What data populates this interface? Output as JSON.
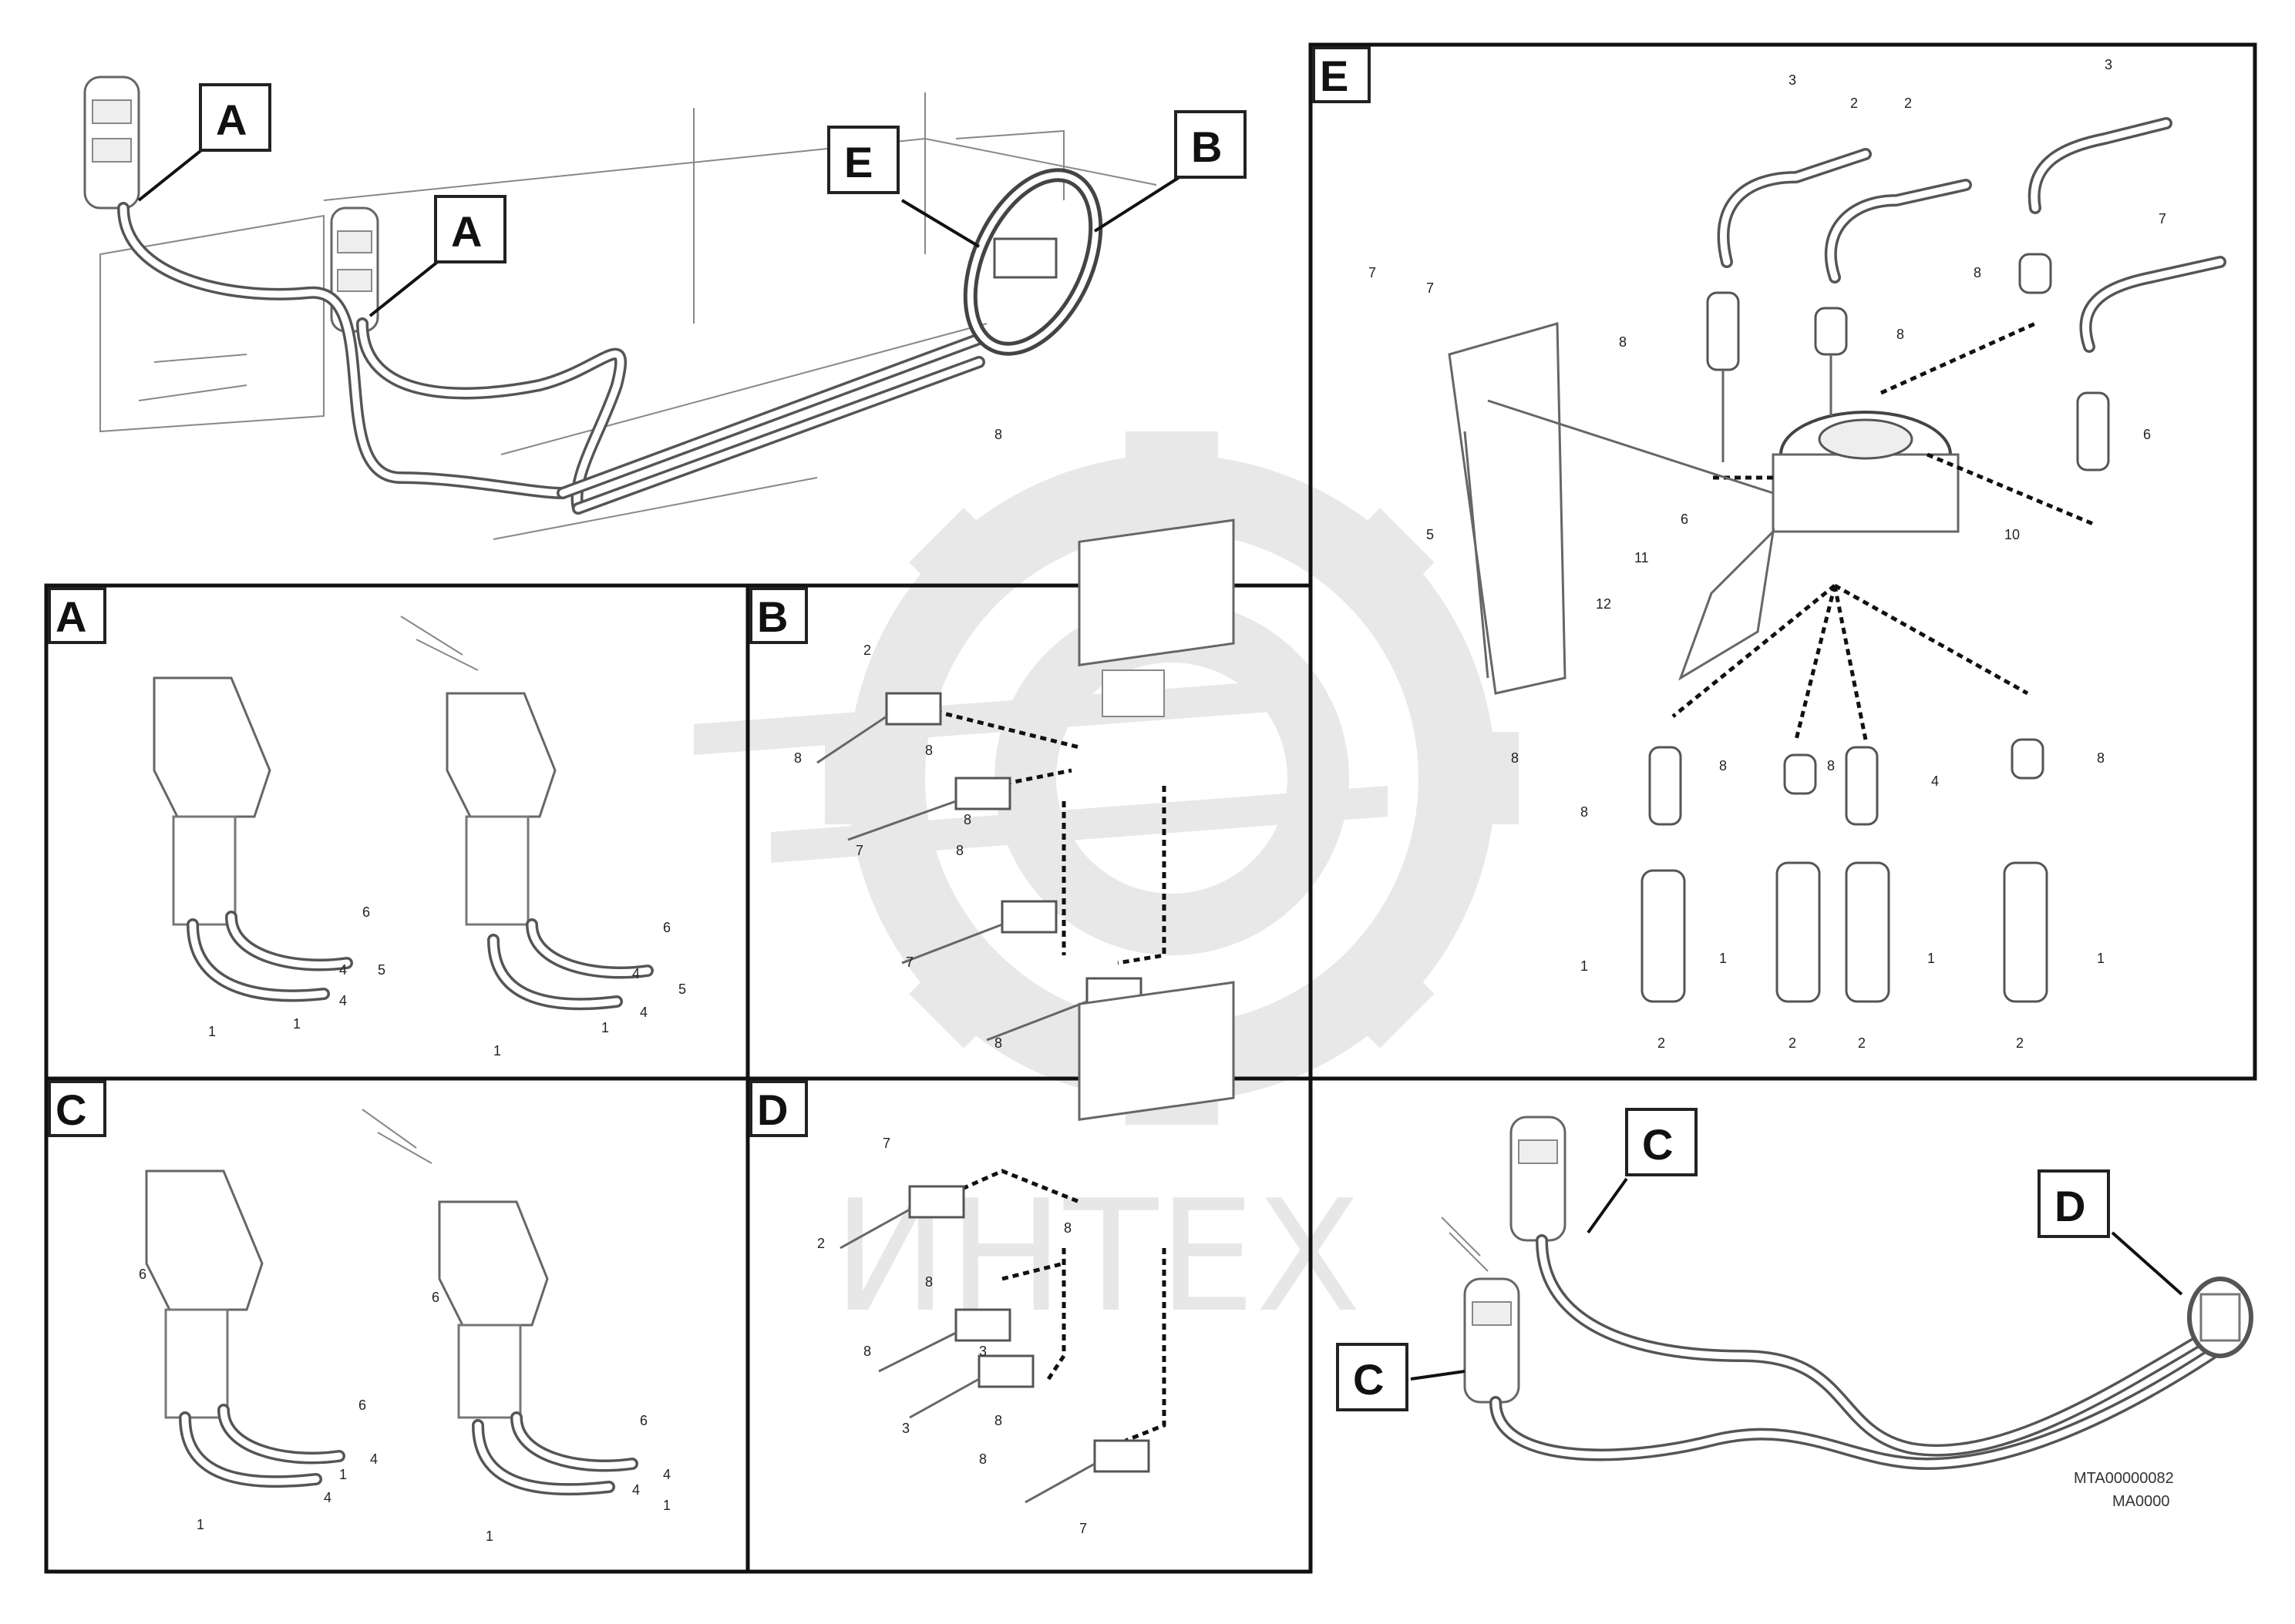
{
  "overview_top": {
    "callouts": [
      "A",
      "A",
      "E",
      "B"
    ],
    "part_number": "8"
  },
  "panels": {
    "A": {
      "label": "A",
      "part_numbers": [
        "6",
        "5",
        "4",
        "1",
        "4",
        "1",
        "6",
        "5",
        "4",
        "1",
        "4",
        "1"
      ]
    },
    "B": {
      "label": "B",
      "part_numbers": [
        "2",
        "8",
        "8",
        "8",
        "7",
        "8",
        "7",
        "8"
      ]
    },
    "C": {
      "label": "C",
      "part_numbers": [
        "6",
        "6",
        "4",
        "4",
        "1",
        "1",
        "6",
        "4",
        "4",
        "6",
        "1",
        "1"
      ]
    },
    "D": {
      "label": "D",
      "part_numbers": [
        "7",
        "2",
        "8",
        "8",
        "3",
        "3",
        "8",
        "8",
        "8",
        "7"
      ]
    },
    "E": {
      "label": "E",
      "part_numbers": [
        "7",
        "7",
        "8",
        "3",
        "2",
        "8",
        "3",
        "8",
        "7",
        "6",
        "5",
        "10",
        "6",
        "11",
        "12",
        "8",
        "8",
        "8",
        "1",
        "2",
        "8",
        "4",
        "8",
        "1",
        "1",
        "2",
        "2",
        "2",
        "2",
        "1"
      ]
    }
  },
  "overview_bottom": {
    "callouts": [
      "C",
      "C",
      "D"
    ],
    "drawing_id_lines": [
      "MTA00000082",
      "MA0000"
    ]
  },
  "watermark": {
    "text": "ИНТЕХ"
  }
}
